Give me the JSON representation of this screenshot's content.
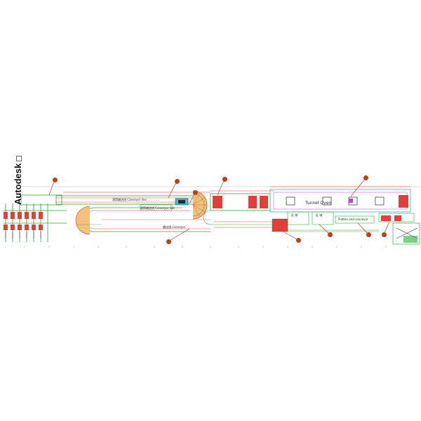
{
  "watermark": {
    "text": "Autodesk"
  },
  "labels": {
    "conveyor_top": "滚筒输送线  Conveyor line",
    "conveyor_mid": "滚筒输送线  Conveyor line",
    "conveyor_bottom": "输送线  Conveyor",
    "tunnel_oven": "Tunnel Oven",
    "area_a": "区  域",
    "area_b": "区  域",
    "flatten": "Flatten and conveyor"
  },
  "colors": {
    "green": "#2faa3a",
    "red": "#e0403a",
    "cyan": "#35c6d6",
    "magenta": "#c63dc6",
    "callout": "#b8401c",
    "dark": "#2a2a2a"
  },
  "callouts": [
    {
      "id": "1"
    },
    {
      "id": "2"
    },
    {
      "id": "3"
    },
    {
      "id": "4"
    },
    {
      "id": "5"
    },
    {
      "id": "6"
    },
    {
      "id": "7"
    },
    {
      "id": "8"
    },
    {
      "id": "9"
    },
    {
      "id": "10"
    }
  ]
}
